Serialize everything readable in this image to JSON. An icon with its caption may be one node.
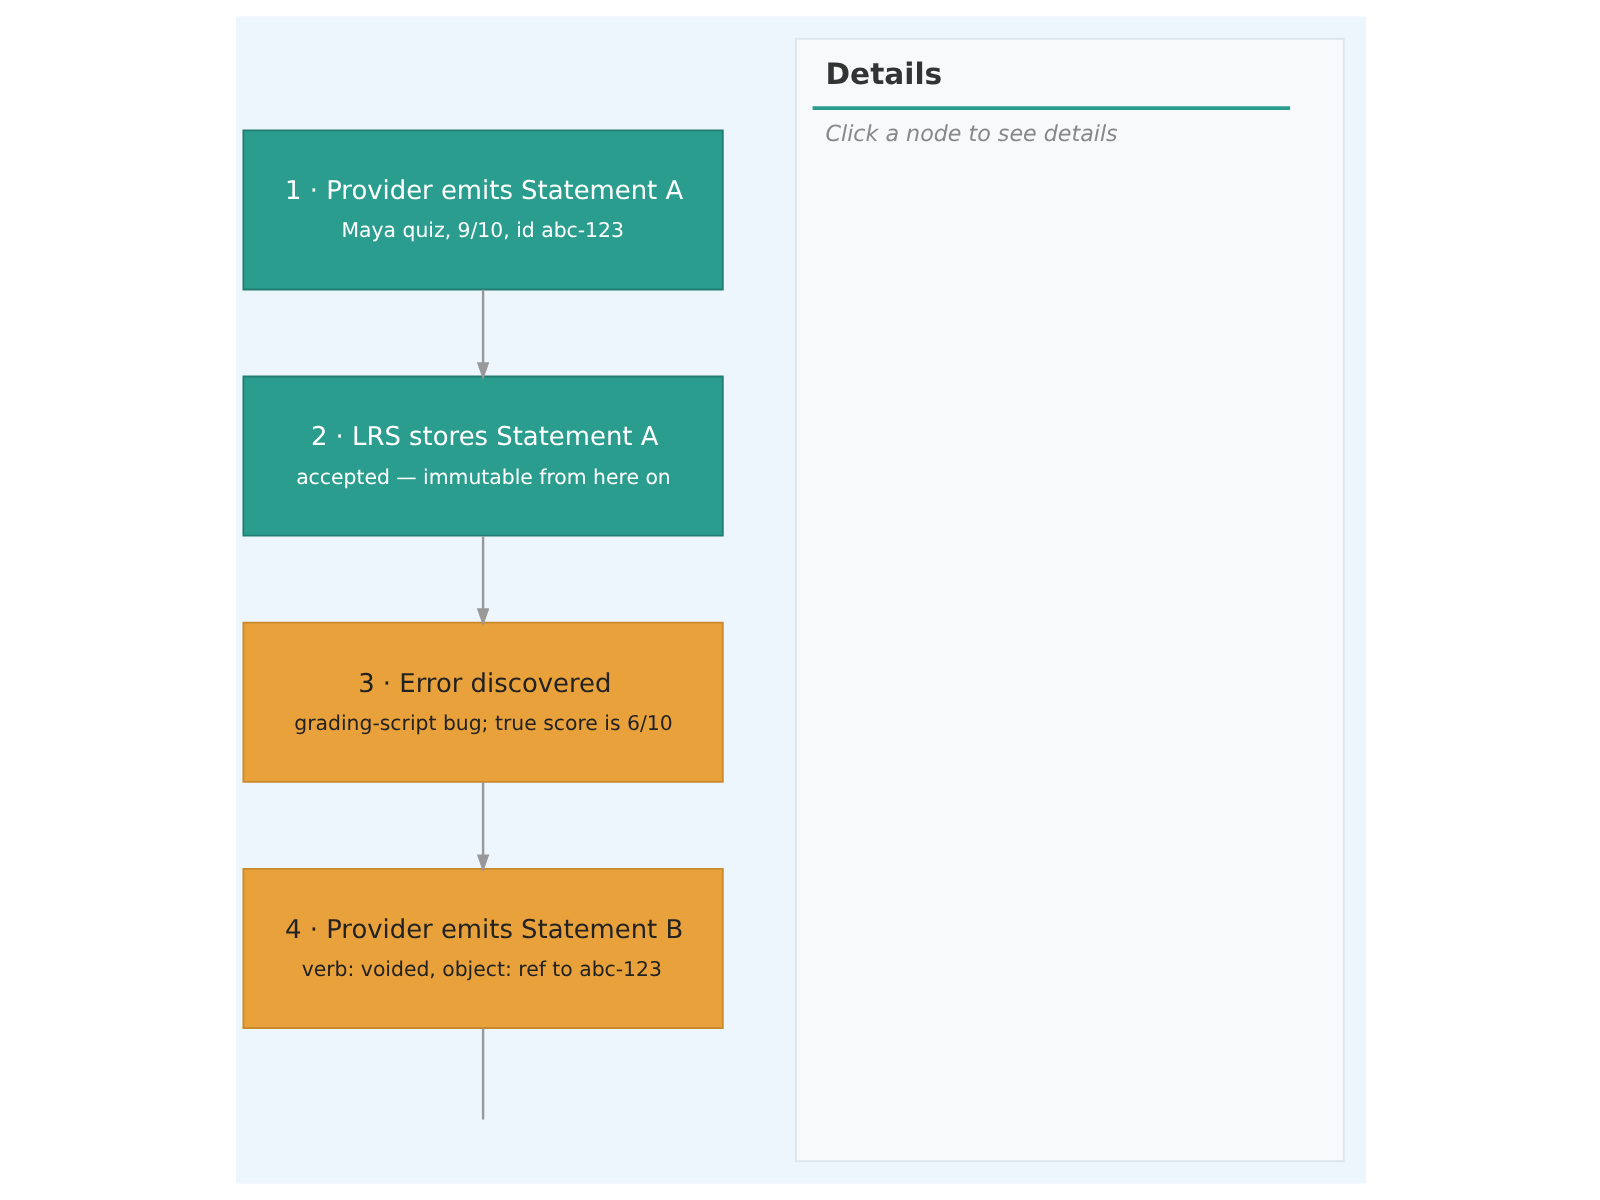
{
  "diagram": {
    "nodes": [
      {
        "text": [
          "1 · Provider emits Statement A",
          "Maya quiz, 9/10, id abc-123"
        ]
      },
      {
        "text": [
          "2 · LRS stores Statement A",
          "accepted — immutable from here on"
        ]
      },
      {
        "text": [
          "3 · Error discovered",
          "grading-script bug; true score is 6/10"
        ]
      },
      {
        "text": [
          "4 · Provider emits Statement B",
          "verb: voided, object: ref to abc-123"
        ]
      },
      {
        "text": [
          "Details",
          "Click a node to see details"
        ]
      }
    ],
    "edges": [
      {
        "from": 0,
        "to": 1,
        "arrow": "to"
      },
      {
        "from": 1,
        "to": 2,
        "arrow": "to"
      },
      {
        "from": 2,
        "to": 3,
        "arrow": "to"
      },
      {
        "from": 3,
        "to": null,
        "arrow": "none"
      }
    ]
  }
}
